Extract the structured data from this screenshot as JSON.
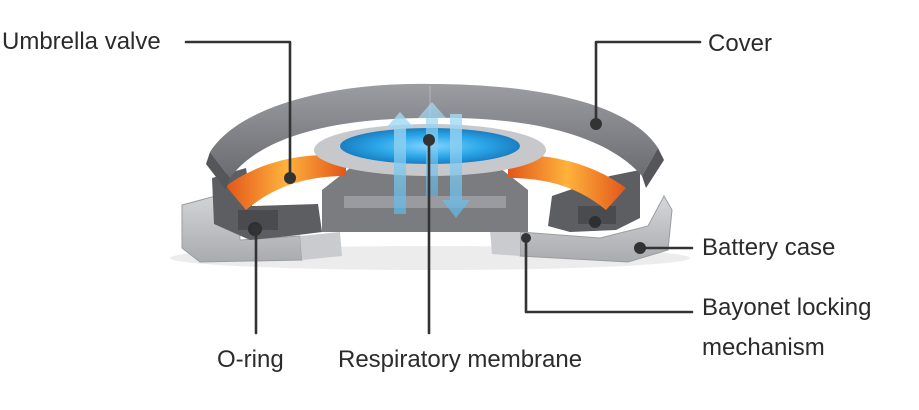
{
  "labels": {
    "umbrella_valve": "Umbrella valve",
    "cover": "Cover",
    "battery_case": "Battery case",
    "bayonet_line1": "Bayonet locking",
    "bayonet_line2": "mechanism",
    "o_ring": "O-ring",
    "respiratory_membrane": "Respiratory membrane"
  },
  "colors": {
    "cover": "#6e6f73",
    "cover_top": "#8e8f94",
    "case": "#bfc1c4",
    "valve": "#f28a1e",
    "membrane": "#2aa6e8",
    "arrow": "#7cc9f0",
    "leader": "#333333"
  }
}
